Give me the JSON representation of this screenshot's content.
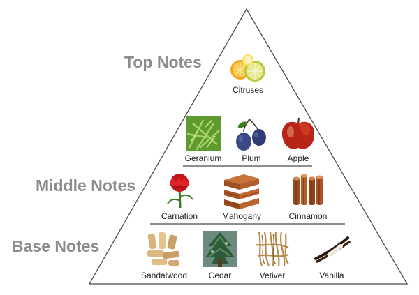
{
  "tiers": {
    "top": {
      "title": "Top Notes",
      "notes": [
        {
          "label": "Citruses",
          "icon": "citrus-slices-icon"
        }
      ]
    },
    "middle_upper": {
      "notes": [
        {
          "label": "Geranium",
          "icon": "geranium-leaves-icon"
        },
        {
          "label": "Plum",
          "icon": "plum-icon"
        },
        {
          "label": "Apple",
          "icon": "apple-icon"
        }
      ]
    },
    "middle": {
      "title": "Middle Notes",
      "notes": [
        {
          "label": "Carnation",
          "icon": "carnation-flower-icon"
        },
        {
          "label": "Mahogany",
          "icon": "mahogany-wood-icon"
        },
        {
          "label": "Cinnamon",
          "icon": "cinnamon-sticks-icon"
        }
      ]
    },
    "base": {
      "title": "Base Notes",
      "notes": [
        {
          "label": "Sandalwood",
          "icon": "sandalwood-pieces-icon"
        },
        {
          "label": "Cedar",
          "icon": "cedar-tree-icon"
        },
        {
          "label": "Vetiver",
          "icon": "vetiver-roots-icon"
        },
        {
          "label": "Vanilla",
          "icon": "vanilla-pods-icon"
        }
      ]
    }
  },
  "colors": {
    "title_gray": "#8c8c8c",
    "outline": "#4a4a4a"
  }
}
